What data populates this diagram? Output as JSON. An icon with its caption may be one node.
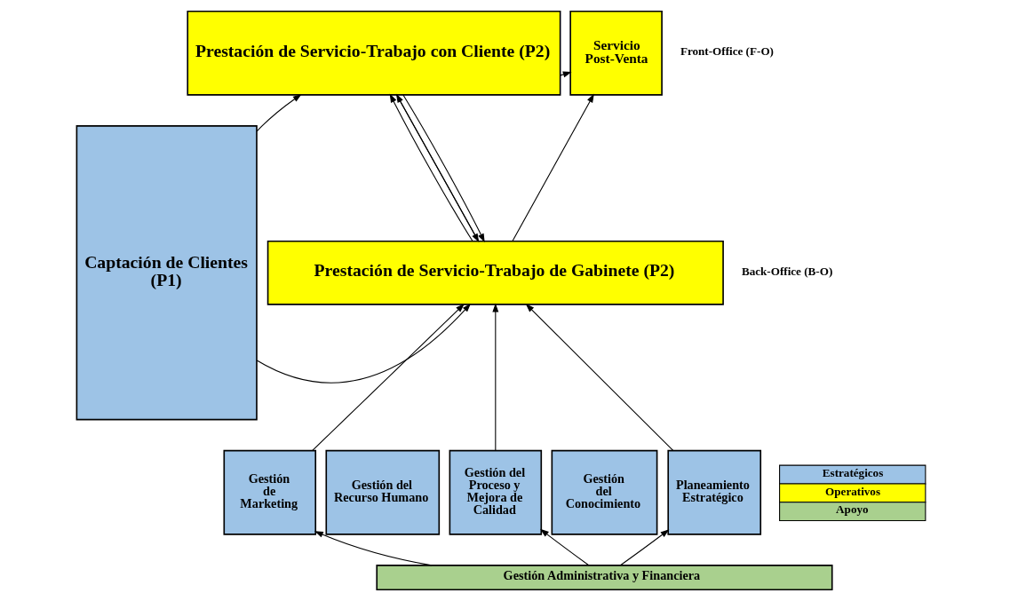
{
  "diagram": {
    "nodes": [
      {
        "text": [
          "Captación de Clientes (P1)"
        ]
      },
      {
        "text": [
          "Prestación de Servicio-Trabajo con Cliente (P2)"
        ]
      },
      {
        "text": [
          "Servicio Post-Venta"
        ]
      },
      {
        "text": [
          "Prestación de Servicio-Trabajo de Gabinete (P2)"
        ]
      },
      {
        "text": [
          "Gestión de Marketing"
        ]
      },
      {
        "text": [
          "Gestión del Recurso Humano"
        ]
      },
      {
        "text": [
          "Gestión del Proceso y Mejora de Calidad"
        ]
      },
      {
        "text": [
          "Gestión del Conocimiento"
        ]
      },
      {
        "text": [
          "Planeamiento Estratégico"
        ]
      },
      {
        "text": [
          "Gestión Administrativa y Financiera"
        ]
      }
    ],
    "edges": [
      {
        "from": 0,
        "to": 1,
        "arrow": "to"
      },
      {
        "from": 1,
        "to": 2,
        "arrow": "to"
      },
      {
        "from": 0,
        "to": 3,
        "arrow": "to"
      },
      {
        "from": 1,
        "to": 3,
        "arrow": "to"
      },
      {
        "from": 3,
        "to": 1,
        "arrow": "to"
      },
      {
        "from": 1,
        "to": 3,
        "arrow": "to"
      },
      {
        "from": 3,
        "to": 1,
        "arrow": "to"
      },
      {
        "from": 3,
        "to": 2,
        "arrow": "to"
      },
      {
        "from": 4,
        "to": 3,
        "arrow": "to"
      },
      {
        "from": 6,
        "to": 3,
        "arrow": "to"
      },
      {
        "from": 8,
        "to": 3,
        "arrow": "to"
      },
      {
        "from": 9,
        "to": 4,
        "arrow": "to"
      },
      {
        "from": 9,
        "to": 6,
        "arrow": "to"
      },
      {
        "from": 9,
        "to": 8,
        "arrow": "to"
      }
    ],
    "labels": [
      "Front-Office (F-O)",
      "Back-Office (B-O)"
    ],
    "legend": [
      {
        "text": "Estratégicos",
        "color": "#9dc3e6"
      },
      {
        "text": "Operativos",
        "color": "#ffff00"
      },
      {
        "text": "Apoyo",
        "color": "#a9d08e"
      }
    ]
  }
}
